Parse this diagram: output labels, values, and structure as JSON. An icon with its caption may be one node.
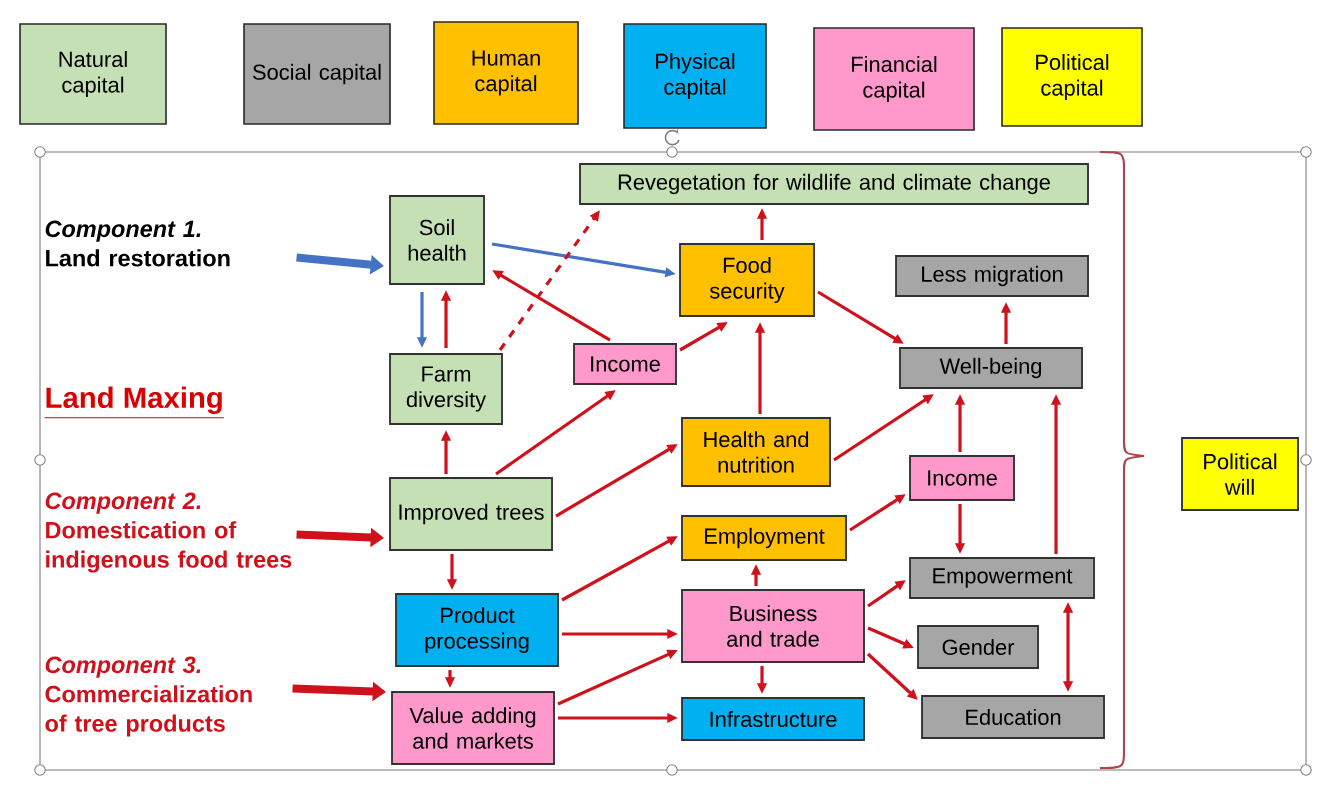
{
  "diagram": {
    "nodes": [
      {
        "text": [
          "Component 1.",
          "Land restoration"
        ]
      },
      {
        "text": [
          "Soil health"
        ]
      },
      {
        "text": [
          "Revegetation for wildlife and climate change"
        ]
      },
      {
        "text": [
          "Food security"
        ]
      },
      {
        "text": [
          "Less migration"
        ]
      },
      {
        "text": [
          "Farm diversity"
        ]
      },
      {
        "text": [
          "Income"
        ]
      },
      {
        "text": [
          "Well-being"
        ]
      },
      {
        "text": [
          "Component 2.",
          "Domestication of indigenous food trees"
        ]
      },
      {
        "text": [
          "Improved trees"
        ]
      },
      {
        "text": [
          "Health and nutrition"
        ]
      },
      {
        "text": [
          "Income"
        ]
      },
      {
        "text": [
          "Employment"
        ]
      },
      {
        "text": [
          "Empowerment"
        ]
      },
      {
        "text": [
          "Product processing"
        ]
      },
      {
        "text": [
          "Business and trade"
        ]
      },
      {
        "text": [
          "Gender"
        ]
      },
      {
        "text": [
          "Component 3.",
          "Commercialization of tree products"
        ]
      },
      {
        "text": [
          "Value adding and markets"
        ]
      },
      {
        "text": [
          "Infrastructure"
        ]
      },
      {
        "text": [
          "Education"
        ]
      },
      {
        "text": [
          "Political will"
        ]
      }
    ],
    "edges": [
      {
        "from": 0,
        "to": 1,
        "arrow": "to",
        "style": "thick",
        "color": "#4472c4"
      },
      {
        "from": 1,
        "to": 5,
        "arrow": "to",
        "color": "#4472c4"
      },
      {
        "from": 5,
        "to": 1,
        "arrow": "to"
      },
      {
        "from": 1,
        "to": 3,
        "arrow": "to",
        "color": "#4472c4"
      },
      {
        "from": 6,
        "to": 1,
        "arrow": "to"
      },
      {
        "from": 5,
        "to": 2,
        "arrow": "to",
        "style": "dashed"
      },
      {
        "from": 3,
        "to": 2,
        "arrow": "to"
      },
      {
        "from": 6,
        "to": 3,
        "arrow": "to"
      },
      {
        "from": 3,
        "to": 7,
        "arrow": "to"
      },
      {
        "from": 7,
        "to": 4,
        "arrow": "to"
      },
      {
        "from": 9,
        "to": 5,
        "arrow": "to"
      },
      {
        "from": 9,
        "to": 6,
        "arrow": "to"
      },
      {
        "from": 10,
        "to": 3,
        "arrow": "to"
      },
      {
        "from": 10,
        "to": 7,
        "arrow": "to"
      },
      {
        "from": 11,
        "to": 7,
        "arrow": "to"
      },
      {
        "from": 13,
        "to": 7,
        "arrow": "to"
      },
      {
        "from": 12,
        "to": 11,
        "arrow": "to"
      },
      {
        "from": 11,
        "to": 13,
        "arrow": "to"
      },
      {
        "from": 9,
        "to": 10,
        "arrow": "to"
      },
      {
        "from": 14,
        "to": 12,
        "arrow": "to"
      },
      {
        "from": 14,
        "to": 15,
        "arrow": "to"
      },
      {
        "from": 18,
        "to": 15,
        "arrow": "to"
      },
      {
        "from": 18,
        "to": 19,
        "arrow": "to"
      },
      {
        "from": 15,
        "to": 12,
        "arrow": "to"
      },
      {
        "from": 15,
        "to": 19,
        "arrow": "to"
      },
      {
        "from": 15,
        "to": 13,
        "arrow": "to"
      },
      {
        "from": 15,
        "to": 16,
        "arrow": "to"
      },
      {
        "from": 15,
        "to": 20,
        "arrow": "to"
      },
      {
        "from": 13,
        "to": 20,
        "arrow": "both"
      },
      {
        "from": 9,
        "to": 14,
        "arrow": "to"
      },
      {
        "from": 14,
        "to": 18,
        "arrow": "to"
      },
      {
        "from": 8,
        "to": 9,
        "arrow": "to",
        "style": "thick"
      },
      {
        "from": 17,
        "to": 18,
        "arrow": "to",
        "style": "thick"
      }
    ],
    "labels": [
      "Land Maxing"
    ],
    "legend": [
      {
        "text": "Natural capital",
        "color": "#c5e0b4"
      },
      {
        "text": "Social capital",
        "color": "#a6a6a6"
      },
      {
        "text": "Human capital",
        "color": "#ffc000"
      },
      {
        "text": "Physical capital",
        "color": "#00b0f0"
      },
      {
        "text": "Financial capital",
        "color": "#ff99cc"
      },
      {
        "text": "Political capital",
        "color": "#ffff00"
      }
    ]
  }
}
